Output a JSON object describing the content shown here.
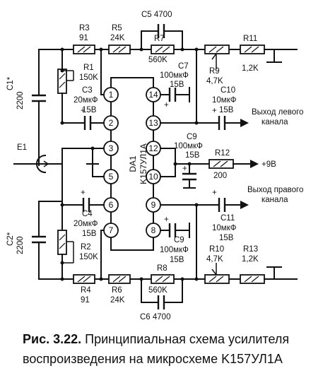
{
  "labels": {
    "R3": "R3",
    "R3v": "91",
    "R5": "R5",
    "R5v": "24K",
    "C5": "C5 4700",
    "R7": "R7",
    "R7v": "560K",
    "R11": "R11",
    "R11v": "1,2K",
    "R9": "R9",
    "R9v": "4,7K",
    "C7": "C7",
    "C7v1": "100мкФ",
    "C7v2": "15B",
    "C1": "C1*",
    "C1v": "2200",
    "R1": "R1",
    "R1v": "150K",
    "C3": "C3",
    "C3v1": "20мкФ",
    "C3v2": "15B",
    "C10": "C10",
    "C10v1": "10мкФ",
    "C10v2": "15B",
    "outL1": "Выход левого",
    "outL2": "канала",
    "E1": "E1",
    "C9top": "C9",
    "C9topv1": "100мкФ",
    "C9topv2": "15B",
    "R12": "R12",
    "R12v": "200",
    "supply": "+9B",
    "DA1": "DA1",
    "chip": "K157УЛ1A",
    "outR1": "Выход правого",
    "outR2": "канала",
    "C4": "C4",
    "C4v1": "20мкФ",
    "C4v2": "15B",
    "C11": "C11",
    "C11v1": "10мкФ",
    "C11v2": "15B",
    "C2": "C2*",
    "C2v": "2200",
    "R2": "R2",
    "R2v": "150K",
    "C9b": "C9",
    "C9bv1": "100мкФ",
    "C9bv2": "15B",
    "R10": "R10",
    "R10v": "4,7K",
    "R13": "R13",
    "R13v": "1,2K",
    "R4": "R4",
    "R4v": "91",
    "R6": "R6",
    "R6v": "24K",
    "R8": "R8",
    "R8v": "560K",
    "C6": "C6 4700"
  },
  "pins": {
    "p1": "1",
    "p2": "2",
    "p3": "3",
    "p5": "5",
    "p6": "6",
    "p7": "7",
    "p14": "14",
    "p13": "13",
    "p12": "12",
    "p10": "10",
    "p9": "9",
    "p8": "8"
  },
  "caption": {
    "figure": "Рис. 3.22.",
    "line1": "Принципиальная схема усилителя",
    "line2": "воспроизведения на микросхеме K157УЛ1A"
  }
}
